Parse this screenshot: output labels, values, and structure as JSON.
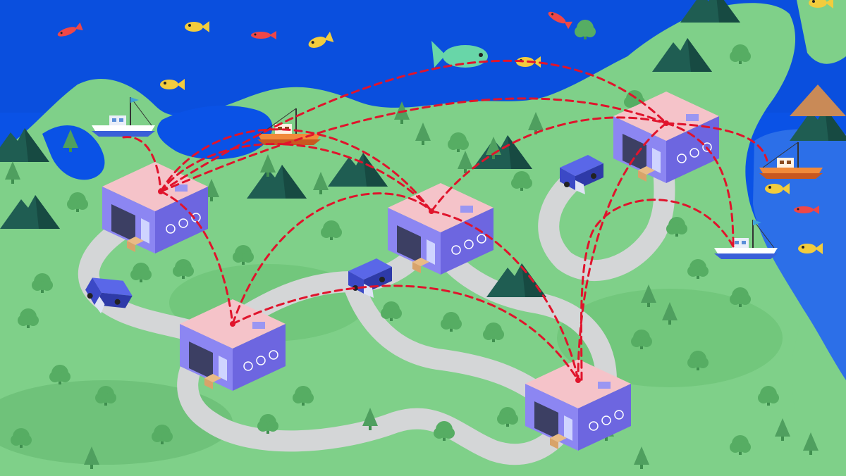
{
  "map": {
    "colors": {
      "sea": "#0a52e6",
      "sea_light": "#2f7ef0",
      "land": "#7fd089",
      "land_dark": "#5fb86f",
      "road": "#d3d5d6",
      "tree": "#4fa860",
      "mountain": "#1f5a50",
      "warehouse_top": "#f4c2c8",
      "warehouse_front": "#8a85f0",
      "warehouse_side": "#6f68e2",
      "truck": "#3b49c6",
      "route": "#e0142c"
    },
    "icons": [
      "warehouse-icon",
      "truck-icon",
      "fishing-boat-icon",
      "fish-icon",
      "tree-icon",
      "mountain-icon",
      "route-arrow"
    ],
    "counts": {
      "warehouses": 5,
      "trucks": 3,
      "boats": 4
    }
  }
}
